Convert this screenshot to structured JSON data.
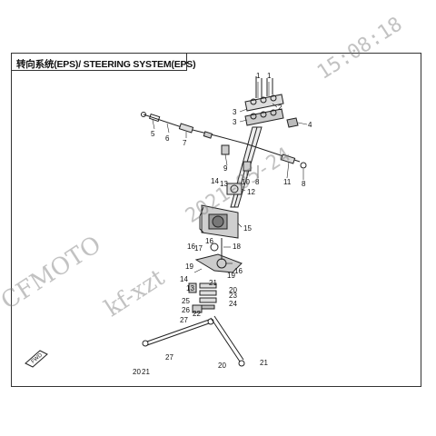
{
  "title": "转向系统(EPS)/ STEERING SYSTEM(EPS)",
  "watermarks": {
    "brand": "CFMOTO",
    "user": "kf-xzt",
    "date": "2021-05-24",
    "time": "15:08:18"
  },
  "direction_badge": "FWD",
  "callouts": [
    {
      "id": "c1a",
      "text": "1"
    },
    {
      "id": "c1b",
      "text": "1"
    },
    {
      "id": "c2",
      "text": "2"
    },
    {
      "id": "c3a",
      "text": "3"
    },
    {
      "id": "c3b",
      "text": "3"
    },
    {
      "id": "c4",
      "text": "4"
    },
    {
      "id": "c5",
      "text": "5"
    },
    {
      "id": "c6",
      "text": "6"
    },
    {
      "id": "c7",
      "text": "7"
    },
    {
      "id": "c8a",
      "text": "8"
    },
    {
      "id": "c8b",
      "text": "8"
    },
    {
      "id": "c9",
      "text": "9"
    },
    {
      "id": "c10",
      "text": "10"
    },
    {
      "id": "c11",
      "text": "11"
    },
    {
      "id": "c12",
      "text": "12"
    },
    {
      "id": "c13a",
      "text": "13"
    },
    {
      "id": "c13b",
      "text": "13"
    },
    {
      "id": "c14a",
      "text": "14"
    },
    {
      "id": "c14b",
      "text": "14"
    },
    {
      "id": "c15",
      "text": "15"
    },
    {
      "id": "c16a",
      "text": "16"
    },
    {
      "id": "c16b",
      "text": "16"
    },
    {
      "id": "c16c",
      "text": "16"
    },
    {
      "id": "c17",
      "text": "17"
    },
    {
      "id": "c18",
      "text": "18"
    },
    {
      "id": "c19a",
      "text": "19"
    },
    {
      "id": "c19b",
      "text": "19"
    },
    {
      "id": "c20a",
      "text": "20"
    },
    {
      "id": "c20b",
      "text": "20"
    },
    {
      "id": "c20c",
      "text": "20"
    },
    {
      "id": "c21a",
      "text": "21"
    },
    {
      "id": "c21b",
      "text": "21"
    },
    {
      "id": "c21c",
      "text": "21"
    },
    {
      "id": "c22",
      "text": "22"
    },
    {
      "id": "c23",
      "text": "23"
    },
    {
      "id": "c24",
      "text": "24"
    },
    {
      "id": "c25",
      "text": "25"
    },
    {
      "id": "c26",
      "text": "26"
    },
    {
      "id": "c27a",
      "text": "27"
    },
    {
      "id": "c27b",
      "text": "27"
    }
  ]
}
